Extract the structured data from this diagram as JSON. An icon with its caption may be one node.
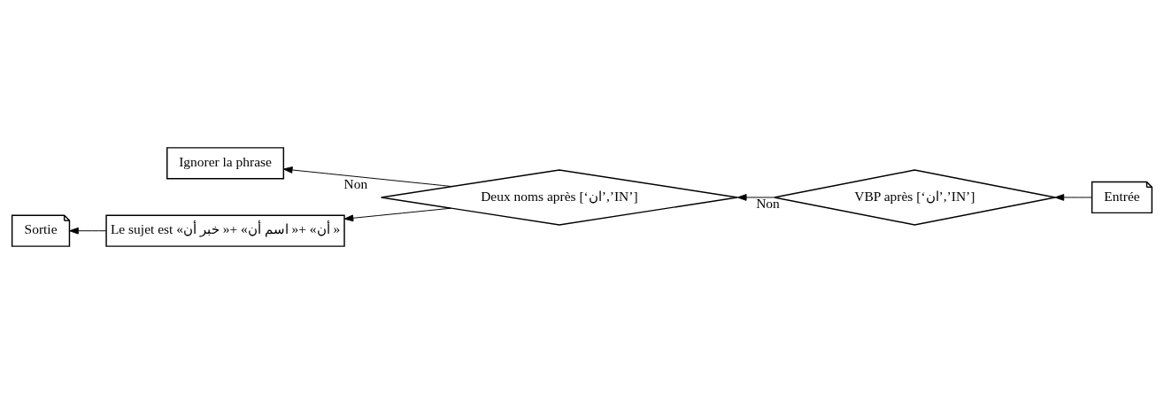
{
  "diagram": {
    "nodes": [
      {
        "text": [
          "Entrée"
        ]
      },
      {
        "text": [
          "VBP après [‘ان’,’IN’]"
        ]
      },
      {
        "text": [
          "Deux noms après [‘ان’,’IN’]"
        ]
      },
      {
        "text": [
          "Ignorer la phrase"
        ]
      },
      {
        "text": [
          "Le sujet est «أن» +« اسم أن» +« خبر أن »"
        ]
      },
      {
        "text": [
          "Sortie"
        ]
      }
    ],
    "edges": [
      {
        "from": 0,
        "to": 1,
        "arrow": "to"
      },
      {
        "from": 1,
        "to": 2,
        "arrow": "to",
        "label": "Non"
      },
      {
        "from": 2,
        "to": 3,
        "arrow": "to",
        "label": "Non"
      },
      {
        "from": 2,
        "to": 4,
        "arrow": "to"
      },
      {
        "from": 4,
        "to": 5,
        "arrow": "to"
      }
    ]
  }
}
